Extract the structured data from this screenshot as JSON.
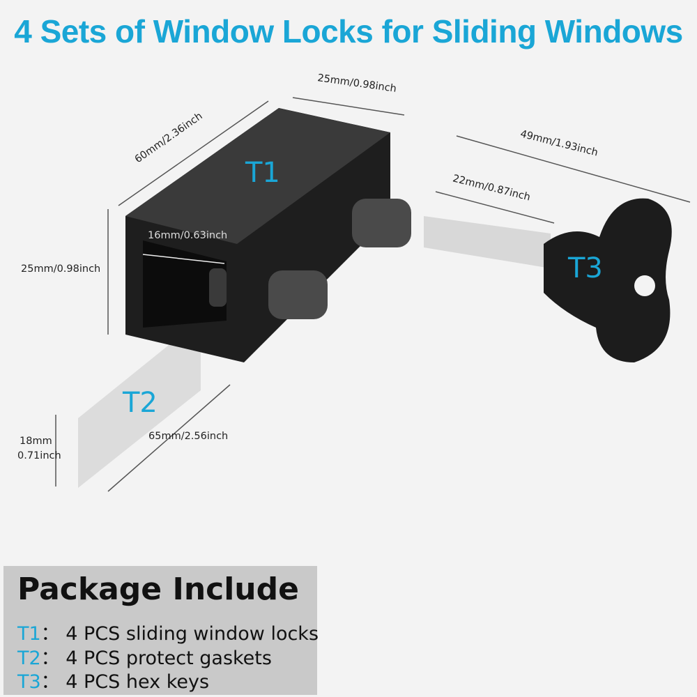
{
  "title": "4 Sets of Window Locks for Sliding Windows",
  "colors": {
    "accent": "#1aa6d6",
    "background": "#f3f3f3",
    "package_box": "#c9c9c9",
    "product": "#1c1c1c"
  },
  "parts": {
    "t1": {
      "label": "T1",
      "length": "60mm/2.36inch",
      "width": "25mm/0.98inch",
      "height": "25mm/0.98inch",
      "opening": "16mm/0.63inch"
    },
    "t2": {
      "label": "T2",
      "height_mm": "18mm",
      "height_in": "0.71inch",
      "length": "65mm/2.56inch"
    },
    "t3": {
      "label": "T3",
      "total_length": "49mm/1.93inch",
      "shaft_length": "22mm/0.87inch"
    }
  },
  "package": {
    "title": "Package Include",
    "items": [
      {
        "code": "T1",
        "sep": "：",
        "text": "4 PCS sliding window locks"
      },
      {
        "code": "T2",
        "sep": "：",
        "text": "4 PCS protect gaskets"
      },
      {
        "code": "T3",
        "sep": "：",
        "text": "4 PCS hex keys"
      }
    ]
  }
}
